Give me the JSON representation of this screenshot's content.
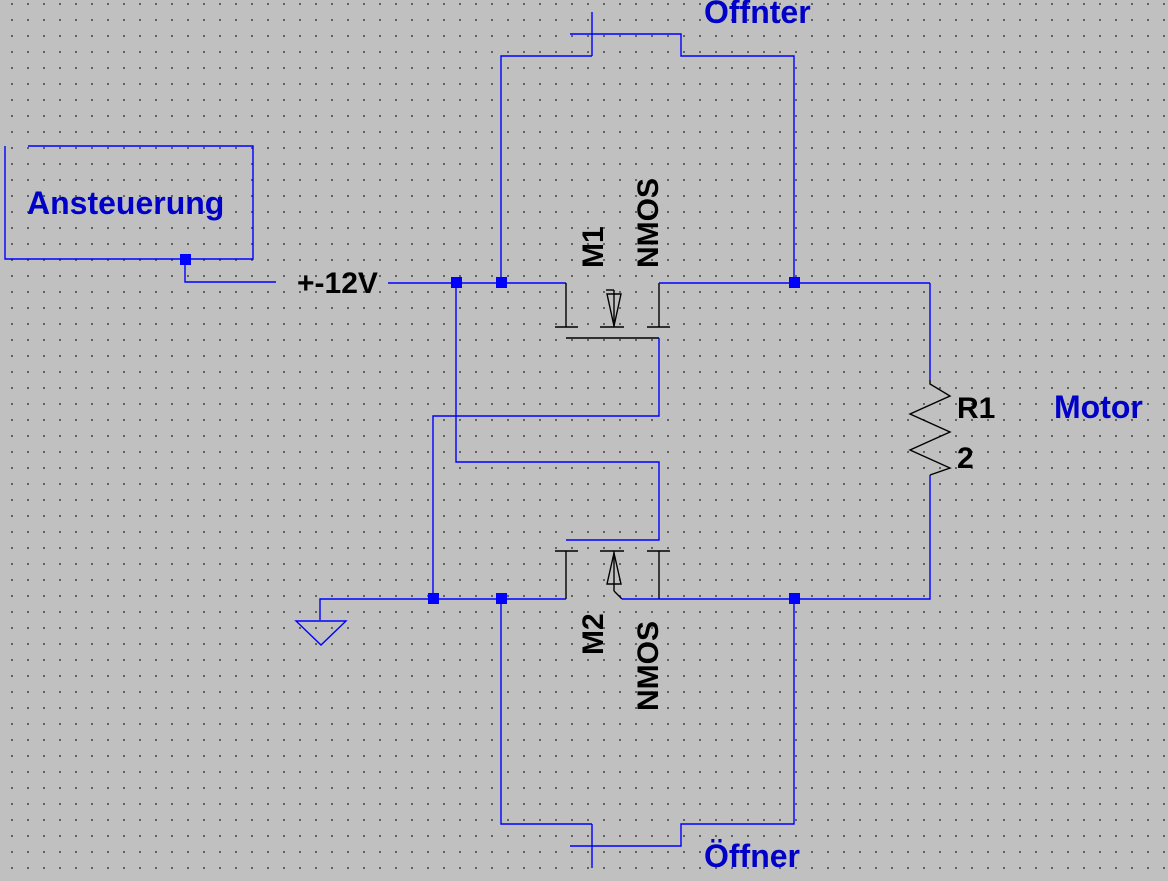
{
  "labels": {
    "ansteuerung": "Ansteuerung",
    "voltage": "+-12V",
    "offnter": "Offnter",
    "offner": "Öffner",
    "motor": "Motor"
  },
  "components": {
    "m1": {
      "name": "M1",
      "type": "NMOS"
    },
    "m2": {
      "name": "M2",
      "type": "NMOS"
    },
    "r1": {
      "name": "R1",
      "value": "2"
    }
  },
  "colors": {
    "background": "#c0c0c0",
    "wire": "#0000ff",
    "net_label": "#0000c8",
    "component": "#000000"
  },
  "symbols": {
    "switches": "switch-icon",
    "ground": "ground-icon",
    "resistor": "resistor-icon",
    "transistor": "nmos-icon"
  }
}
